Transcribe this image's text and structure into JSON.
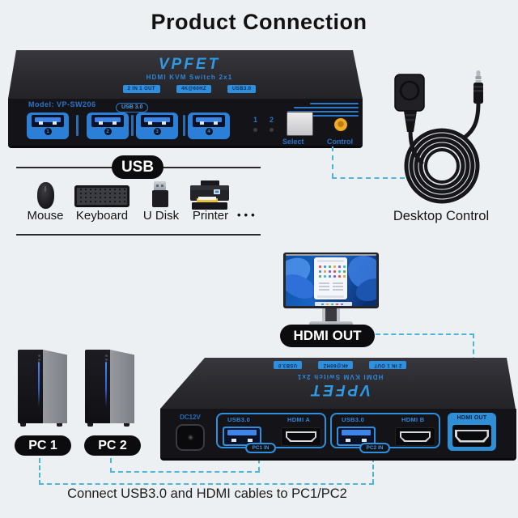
{
  "title": "Product Connection",
  "front_device": {
    "brand": "VPFET",
    "subtitle": "HDMI KVM Switch 2x1",
    "badges": [
      "2 IN 1 OUT",
      "4K@60HZ",
      "USB3.0"
    ],
    "model": "Model: VP-SW206",
    "usb_badge": "USB 3.0",
    "ports": [
      "1",
      "2",
      "3",
      "4"
    ],
    "leds": [
      "1",
      "2"
    ],
    "select_label": "Select",
    "control_label": "Control"
  },
  "usb_section": {
    "label": "USB",
    "devices": [
      "Mouse",
      "Keyboard",
      "U Disk",
      "Printer"
    ],
    "more": "•••"
  },
  "desktop_control_label": "Desktop Control",
  "hdmi_out_label": "HDMI OUT",
  "pc_labels": [
    "PC 1",
    "PC 2"
  ],
  "back_device": {
    "brand": "VPFET",
    "subtitle": "HDMI KVM Switch 2x1",
    "badges": [
      "2 IN 1 OUT",
      "4K@60HZ",
      "USB3.0"
    ],
    "power_label": "DC12V",
    "groups": [
      {
        "usb": "USB3.0",
        "hdmi": "HDMI A",
        "tag": "PC1 IN"
      },
      {
        "usb": "USB3.0",
        "hdmi": "HDMI B",
        "tag": "PC2 IN"
      }
    ],
    "out_label": "HDMI OUT"
  },
  "caption": "Connect USB3.0 and HDMI cables to PC1/PC2",
  "colors": {
    "background": "#edf0f3",
    "accent_blue": "#2f8fdc",
    "dashed_cyan": "#4ab6d8",
    "pill_black": "#0c0c0e",
    "control_orange": "#e8a21f"
  }
}
